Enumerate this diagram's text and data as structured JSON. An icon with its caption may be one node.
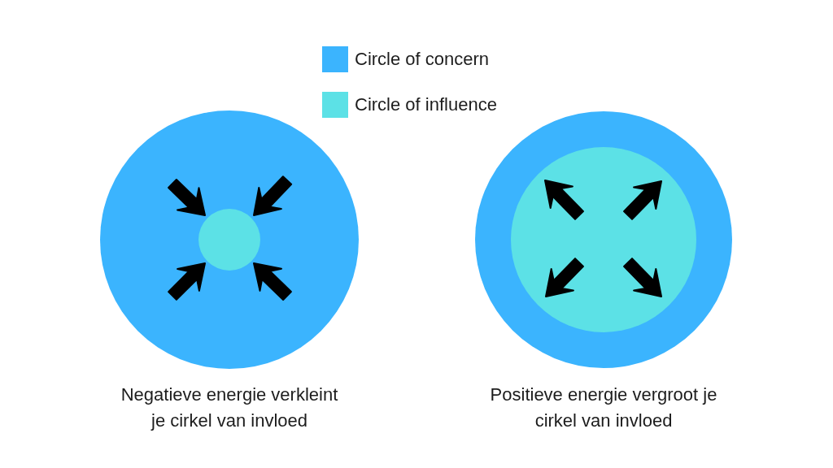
{
  "diagram": {
    "nodes": [
      {
        "text": [],
        "shape": "circle",
        "beside": [
          "Negatieve energie verkleint je cirkel van invloed"
        ]
      },
      {
        "text": [],
        "shape": "circle",
        "in": 0
      },
      {
        "text": [],
        "shape": "circle",
        "beside": [
          "Positieve energie vergroot je cirkel van invloed"
        ]
      },
      {
        "text": [],
        "shape": "circle",
        "in": 2
      }
    ],
    "legend": [
      {
        "text": "Circle of concern",
        "color": "#3bb4fe"
      },
      {
        "text": "Circle of influence",
        "color": "#5ce1e6"
      }
    ]
  }
}
